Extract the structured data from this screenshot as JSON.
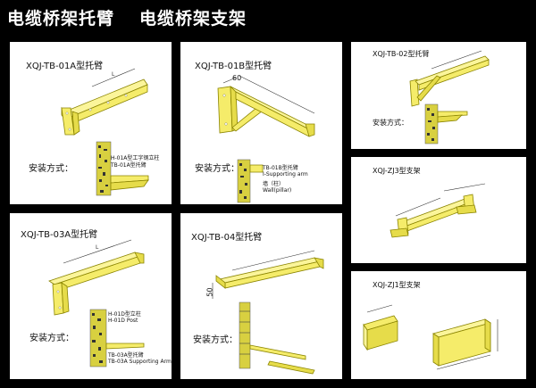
{
  "header": {
    "title_left": "电缆桥架托臂",
    "title_right": "电缆桥架支架"
  },
  "panels": {
    "tb01a": {
      "title": "XQJ-TB-01A型托臂",
      "install": "安装方式：",
      "label_column": "H-01A型工字钢立柱",
      "label_arm": "TB-01A型托臂"
    },
    "tb01b": {
      "title": "XQJ-TB-01B型托臂",
      "install": "安装方式：",
      "dim_top": "60",
      "label_arm_cn": "TB-01B型托臂",
      "label_arm_en": "I-Supporting arm",
      "label_wall_cn": "墙（柱）",
      "label_wall_en": "Wall(pillar)"
    },
    "tb02": {
      "title": "XQJ-TB-02型托臂",
      "install": "安装方式："
    },
    "tb03a": {
      "title": "XQJ-TB-03A型托臂",
      "install": "安装方式：",
      "label_post": "H-01D型立柱",
      "label_post_en": "H-01D Post",
      "label_arm": "TB-03A型托臂",
      "label_arm_en": "TB-03A Supporting Arm"
    },
    "tb04": {
      "title": "XQJ-TB-04型托臂",
      "install": "安装方式：",
      "dim_height": "50"
    },
    "zj3": {
      "title": "XQJ-ZJ3型支架"
    },
    "zj1": {
      "title": "XQJ-ZJ1型支架"
    }
  },
  "colors": {
    "background": "#000000",
    "panel": "#ffffff",
    "steel_yellow": "#f5ec6a",
    "outline": "#8a8400"
  }
}
